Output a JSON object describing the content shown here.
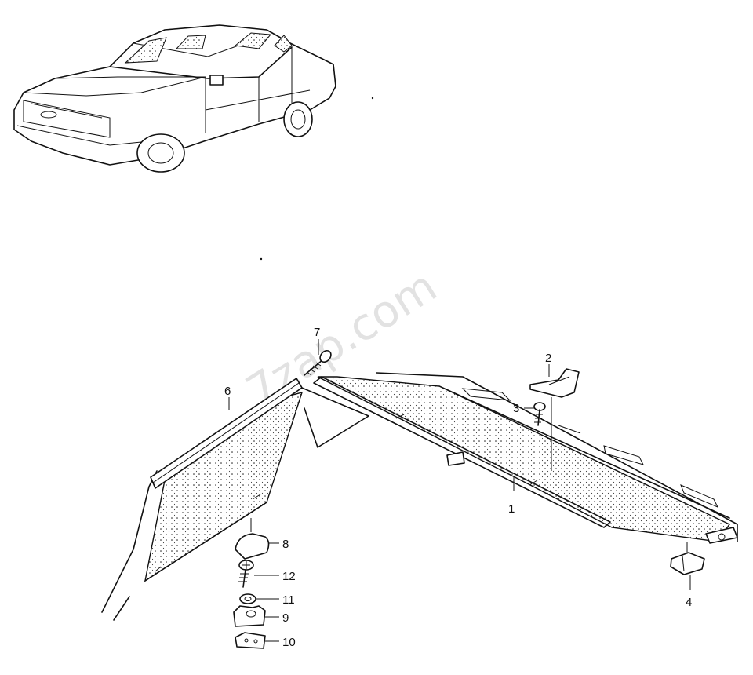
{
  "watermark": "7zap.com",
  "callouts": [
    {
      "id": "1",
      "label": "1"
    },
    {
      "id": "2",
      "label": "2"
    },
    {
      "id": "3",
      "label": "3"
    },
    {
      "id": "4",
      "label": "4"
    },
    {
      "id": "6",
      "label": "6"
    },
    {
      "id": "7",
      "label": "7"
    },
    {
      "id": "8",
      "label": "8"
    },
    {
      "id": "9",
      "label": "9"
    },
    {
      "id": "10",
      "label": "10"
    },
    {
      "id": "11",
      "label": "11"
    },
    {
      "id": "12",
      "label": "12"
    }
  ]
}
